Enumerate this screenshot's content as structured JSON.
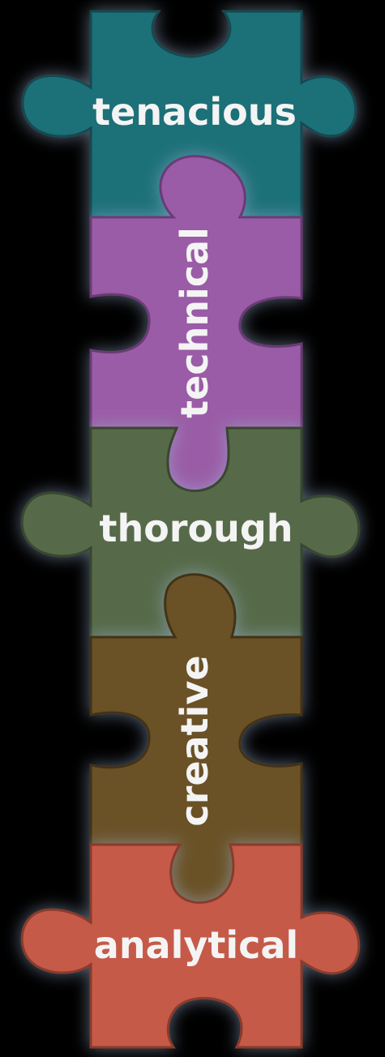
{
  "background_color": "#000000",
  "glow_color": "#9fb6d8",
  "pieces": [
    {
      "label": "tenacious",
      "fill": "#1e7078",
      "edge": "#124a50",
      "orientation": "horizontal"
    },
    {
      "label": "technical",
      "fill": "#9a5ba6",
      "edge": "#6a3a74",
      "orientation": "vertical"
    },
    {
      "label": "thorough",
      "fill": "#566a48",
      "edge": "#37462e",
      "orientation": "horizontal"
    },
    {
      "label": "creative",
      "fill": "#6b5125",
      "edge": "#433215",
      "orientation": "vertical"
    },
    {
      "label": "analytical",
      "fill": "#c55a48",
      "edge": "#8a3a2c",
      "orientation": "horizontal"
    }
  ]
}
